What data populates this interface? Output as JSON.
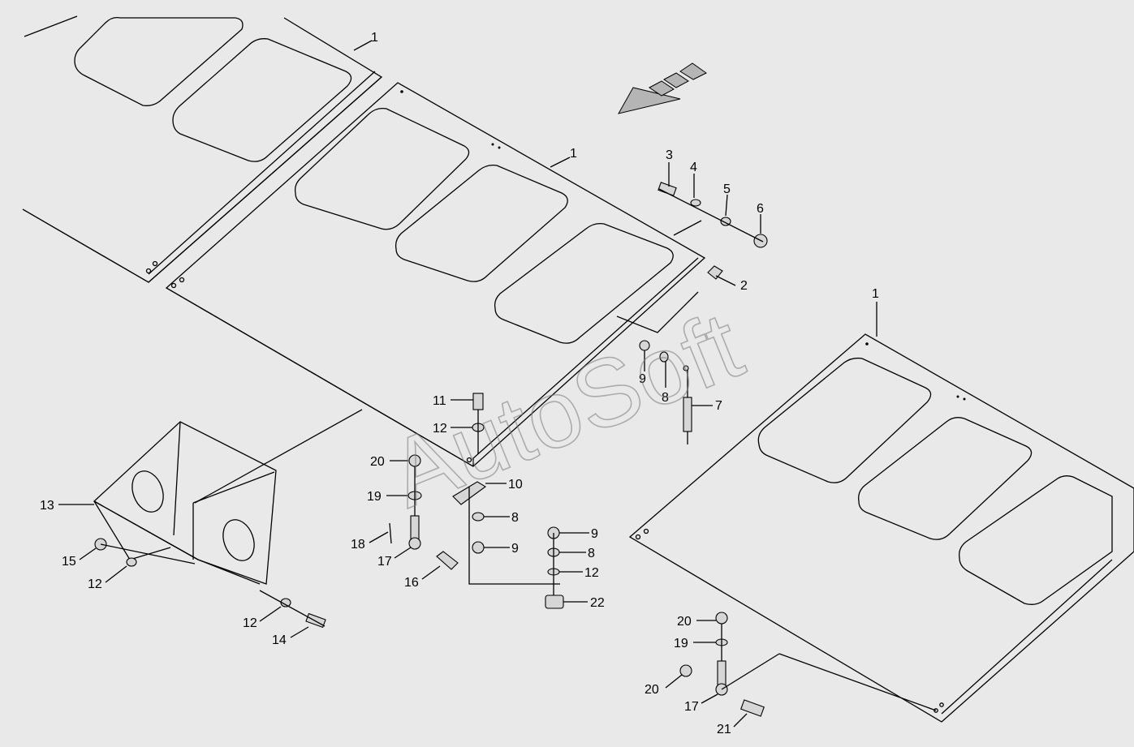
{
  "watermark": "AutoSoft",
  "callouts": {
    "c1a": "1",
    "c1b": "1",
    "c1c": "1",
    "c2": "2",
    "c3": "3",
    "c4": "4",
    "c5": "5",
    "c6": "6",
    "c7": "7",
    "c8a": "8",
    "c8b": "8",
    "c8c": "8",
    "c9a": "9",
    "c9b": "9",
    "c9c": "9",
    "c10": "10",
    "c11": "11",
    "c12a": "12",
    "c12b": "12",
    "c12c": "12",
    "c12d": "12",
    "c13": "13",
    "c14": "14",
    "c15": "15",
    "c16": "16",
    "c17a": "17",
    "c17b": "17",
    "c18": "18",
    "c19a": "19",
    "c19b": "19",
    "c20a": "20",
    "c20b": "20",
    "c20c": "20",
    "c21": "21",
    "c22": "22"
  },
  "colors": {
    "background": "#e9e9e9",
    "line": "#000000",
    "watermark": "#7a7a7a"
  }
}
